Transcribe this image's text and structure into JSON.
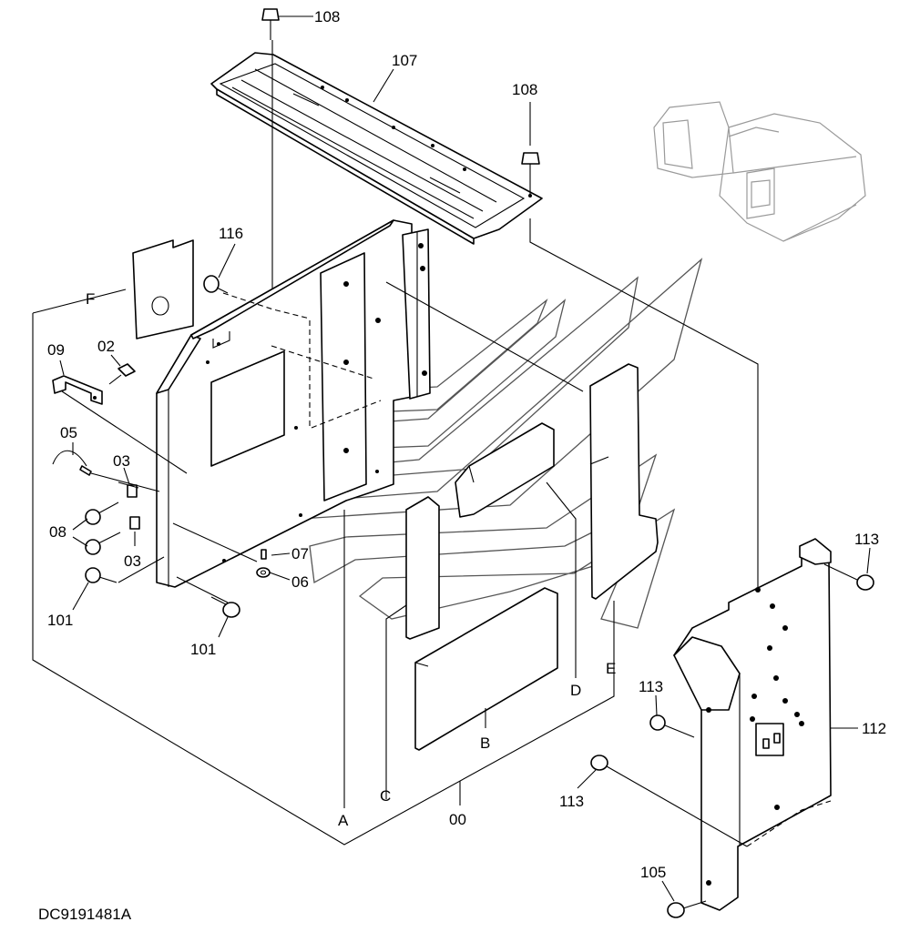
{
  "diagram_code": "DC9191481A",
  "part_labels": {
    "p108a": "108",
    "p107": "107",
    "p108b": "108",
    "p116": "116",
    "pF": "F",
    "p09": "09",
    "p02": "02",
    "p05": "05",
    "p03a": "03",
    "p08": "08",
    "p03b": "03",
    "p07": "07",
    "p06": "06",
    "p101a": "101",
    "p101b": "101",
    "p113a": "113",
    "p113b": "113",
    "p113c": "113",
    "p112": "112",
    "p105": "105",
    "pA": "A",
    "pB": "B",
    "pC": "C",
    "pD": "D",
    "pE": "E",
    "p00": "00"
  },
  "icons": {
    "machine": "excavator-location-icon",
    "watermark": "brand-watermark"
  }
}
